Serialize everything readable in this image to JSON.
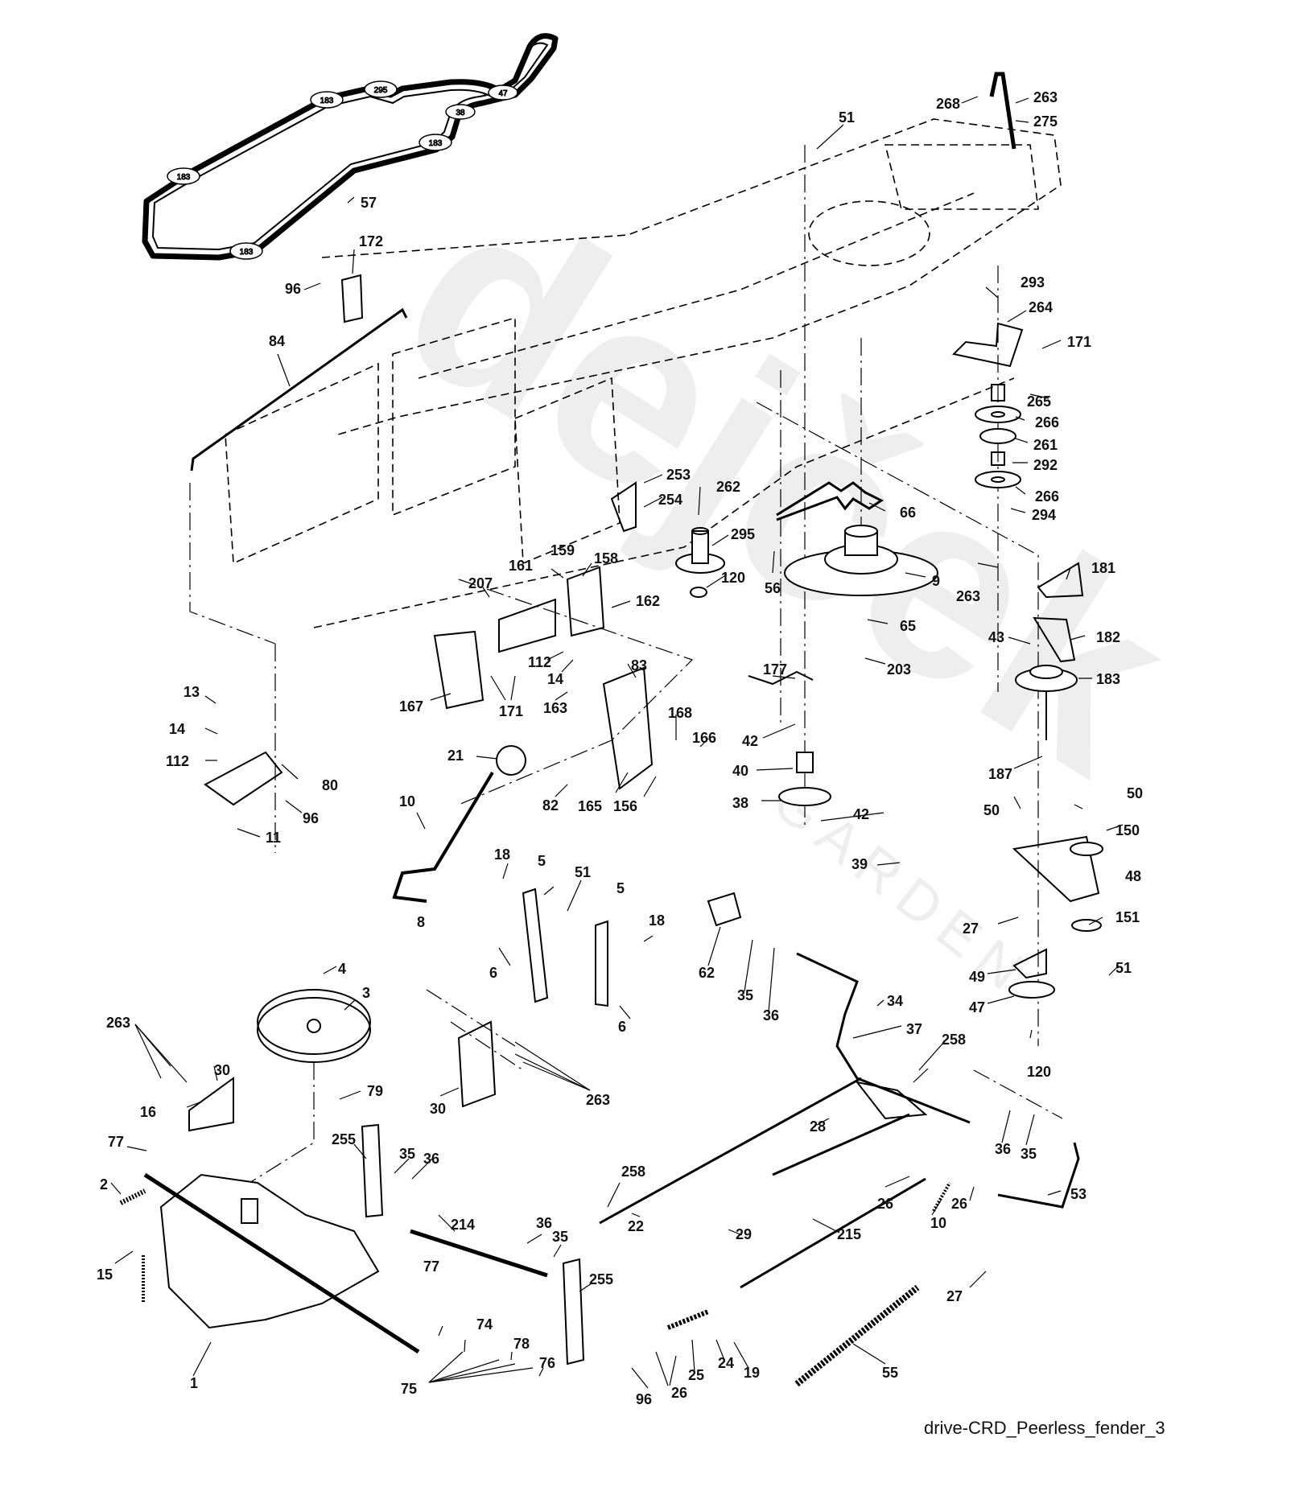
{
  "diagram": {
    "caption": "drive-CRD_Peerless_fender_3",
    "watermark": {
      "text": "dejček",
      "subtext": "GARDEN"
    },
    "belt_pulley_tags": [
      "183",
      "295",
      "47",
      "38",
      "183",
      "183",
      "183"
    ],
    "callouts": [
      {
        "id": "57",
        "label": "57"
      },
      {
        "id": "172",
        "label": "172"
      },
      {
        "id": "96a",
        "label": "96"
      },
      {
        "id": "84",
        "label": "84"
      },
      {
        "id": "51a",
        "label": "51"
      },
      {
        "id": "268",
        "label": "268"
      },
      {
        "id": "263a",
        "label": "263"
      },
      {
        "id": "275",
        "label": "275"
      },
      {
        "id": "293",
        "label": "293"
      },
      {
        "id": "264",
        "label": "264"
      },
      {
        "id": "171a",
        "label": "171"
      },
      {
        "id": "265",
        "label": "265"
      },
      {
        "id": "266a",
        "label": "266"
      },
      {
        "id": "261",
        "label": "261"
      },
      {
        "id": "292",
        "label": "292"
      },
      {
        "id": "266b",
        "label": "266"
      },
      {
        "id": "294",
        "label": "294"
      },
      {
        "id": "253",
        "label": "253"
      },
      {
        "id": "254",
        "label": "254"
      },
      {
        "id": "262",
        "label": "262"
      },
      {
        "id": "295",
        "label": "295"
      },
      {
        "id": "120a",
        "label": "120"
      },
      {
        "id": "66",
        "label": "66"
      },
      {
        "id": "9",
        "label": "9"
      },
      {
        "id": "56",
        "label": "56"
      },
      {
        "id": "65",
        "label": "65"
      },
      {
        "id": "203",
        "label": "203"
      },
      {
        "id": "263b",
        "label": "263"
      },
      {
        "id": "181",
        "label": "181"
      },
      {
        "id": "43",
        "label": "43"
      },
      {
        "id": "182",
        "label": "182"
      },
      {
        "id": "183",
        "label": "183"
      },
      {
        "id": "187",
        "label": "187"
      },
      {
        "id": "207",
        "label": "207"
      },
      {
        "id": "161",
        "label": "161"
      },
      {
        "id": "159",
        "label": "159"
      },
      {
        "id": "158",
        "label": "158"
      },
      {
        "id": "162",
        "label": "162"
      },
      {
        "id": "112a",
        "label": "112"
      },
      {
        "id": "14a",
        "label": "14"
      },
      {
        "id": "83",
        "label": "83"
      },
      {
        "id": "163",
        "label": "163"
      },
      {
        "id": "167",
        "label": "167"
      },
      {
        "id": "171b",
        "label": "171"
      },
      {
        "id": "13",
        "label": "13"
      },
      {
        "id": "14b",
        "label": "14"
      },
      {
        "id": "112b",
        "label": "112"
      },
      {
        "id": "80",
        "label": "80"
      },
      {
        "id": "96b",
        "label": "96"
      },
      {
        "id": "11",
        "label": "11"
      },
      {
        "id": "21",
        "label": "21"
      },
      {
        "id": "168",
        "label": "168"
      },
      {
        "id": "166",
        "label": "166"
      },
      {
        "id": "82",
        "label": "82"
      },
      {
        "id": "165",
        "label": "165"
      },
      {
        "id": "156",
        "label": "156"
      },
      {
        "id": "177",
        "label": "177"
      },
      {
        "id": "42a",
        "label": "42"
      },
      {
        "id": "40",
        "label": "40"
      },
      {
        "id": "38",
        "label": "38"
      },
      {
        "id": "42b",
        "label": "42"
      },
      {
        "id": "39",
        "label": "39"
      },
      {
        "id": "10a",
        "label": "10"
      },
      {
        "id": "8",
        "label": "8"
      },
      {
        "id": "18a",
        "label": "18"
      },
      {
        "id": "5a",
        "label": "5"
      },
      {
        "id": "51b",
        "label": "51"
      },
      {
        "id": "5b",
        "label": "5"
      },
      {
        "id": "18b",
        "label": "18"
      },
      {
        "id": "6a",
        "label": "6"
      },
      {
        "id": "6b",
        "label": "6"
      },
      {
        "id": "50a",
        "label": "50"
      },
      {
        "id": "50b",
        "label": "50"
      },
      {
        "id": "150",
        "label": "150"
      },
      {
        "id": "48",
        "label": "48"
      },
      {
        "id": "27a",
        "label": "27"
      },
      {
        "id": "151",
        "label": "151"
      },
      {
        "id": "49",
        "label": "49"
      },
      {
        "id": "51c",
        "label": "51"
      },
      {
        "id": "47",
        "label": "47"
      },
      {
        "id": "120b",
        "label": "120"
      },
      {
        "id": "62",
        "label": "62"
      },
      {
        "id": "35a",
        "label": "35"
      },
      {
        "id": "36a",
        "label": "36"
      },
      {
        "id": "34",
        "label": "34"
      },
      {
        "id": "37",
        "label": "37"
      },
      {
        "id": "258a",
        "label": "258"
      },
      {
        "id": "4",
        "label": "4"
      },
      {
        "id": "3",
        "label": "3"
      },
      {
        "id": "263c",
        "label": "263"
      },
      {
        "id": "30a",
        "label": "30"
      },
      {
        "id": "16",
        "label": "16"
      },
      {
        "id": "79",
        "label": "79"
      },
      {
        "id": "30b",
        "label": "30"
      },
      {
        "id": "263d",
        "label": "263"
      },
      {
        "id": "77a",
        "label": "77"
      },
      {
        "id": "2",
        "label": "2"
      },
      {
        "id": "255a",
        "label": "255"
      },
      {
        "id": "35b",
        "label": "35"
      },
      {
        "id": "36b",
        "label": "36"
      },
      {
        "id": "214",
        "label": "214"
      },
      {
        "id": "36c",
        "label": "36"
      },
      {
        "id": "35c",
        "label": "35"
      },
      {
        "id": "255b",
        "label": "255"
      },
      {
        "id": "28",
        "label": "28"
      },
      {
        "id": "36d",
        "label": "36"
      },
      {
        "id": "35d",
        "label": "35"
      },
      {
        "id": "258b",
        "label": "258"
      },
      {
        "id": "22",
        "label": "22"
      },
      {
        "id": "26a",
        "label": "26"
      },
      {
        "id": "10b",
        "label": "10"
      },
      {
        "id": "26b",
        "label": "26"
      },
      {
        "id": "53",
        "label": "53"
      },
      {
        "id": "29",
        "label": "29"
      },
      {
        "id": "215",
        "label": "215"
      },
      {
        "id": "27b",
        "label": "27"
      },
      {
        "id": "15",
        "label": "15"
      },
      {
        "id": "1",
        "label": "1"
      },
      {
        "id": "77b",
        "label": "77"
      },
      {
        "id": "74",
        "label": "74"
      },
      {
        "id": "78",
        "label": "78"
      },
      {
        "id": "76",
        "label": "76"
      },
      {
        "id": "75",
        "label": "75"
      },
      {
        "id": "96c",
        "label": "96"
      },
      {
        "id": "26c",
        "label": "26"
      },
      {
        "id": "25",
        "label": "25"
      },
      {
        "id": "24",
        "label": "24"
      },
      {
        "id": "19",
        "label": "19"
      },
      {
        "id": "55",
        "label": "55"
      }
    ]
  }
}
